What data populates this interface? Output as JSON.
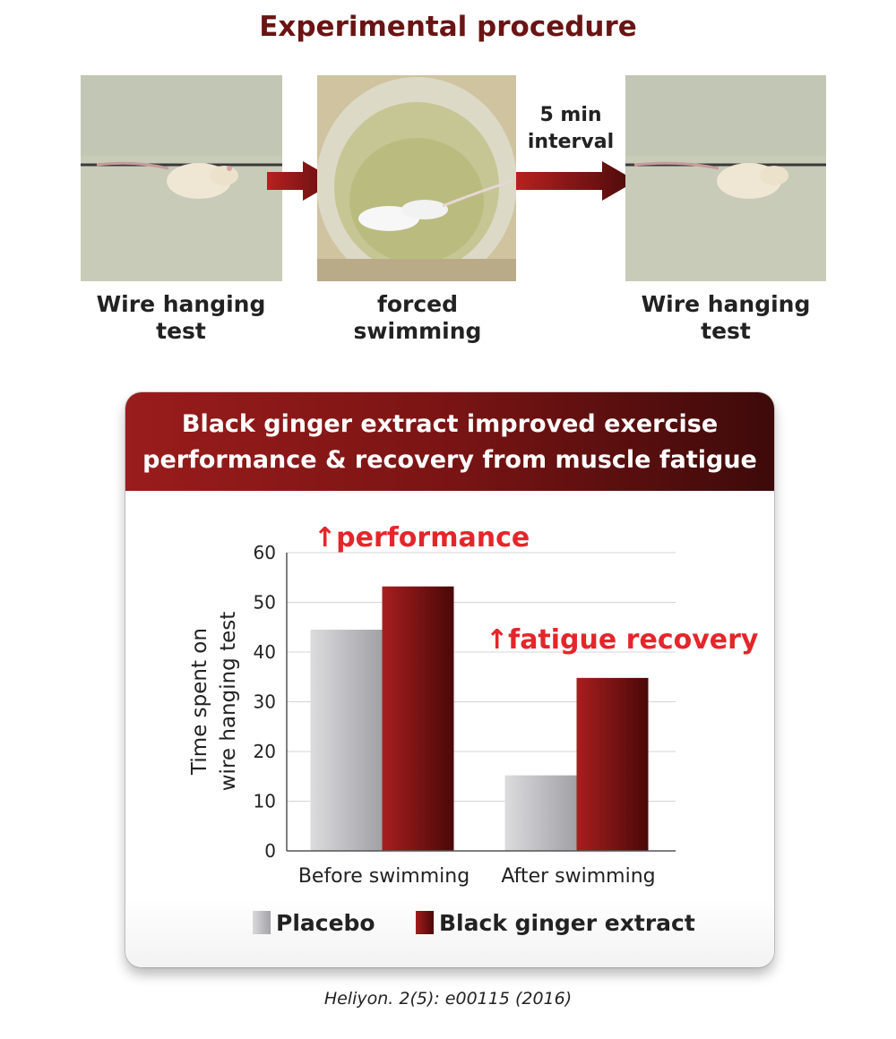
{
  "title": "Experimental procedure",
  "steps": {
    "step1": [
      "Wire hanging",
      "test"
    ],
    "step2": [
      "forced",
      "swimming"
    ],
    "step3": [
      "Wire hanging",
      "test"
    ],
    "interval": [
      "5 min",
      "interval"
    ]
  },
  "panel": {
    "heading": [
      "Black ginger extract improved exercise",
      "performance & recovery from muscle fatigue"
    ],
    "annotation_performance": "↑performance",
    "annotation_recovery": "↑fatigue recovery"
  },
  "chart_data": {
    "type": "bar",
    "categories": [
      "Before swimming",
      "After swimming"
    ],
    "series": [
      {
        "name": "Placebo",
        "values": [
          44.5,
          15.2
        ],
        "color": "#b0b0b4"
      },
      {
        "name": "Black ginger extract",
        "values": [
          53.2,
          34.8
        ],
        "color": "#8a1616"
      }
    ],
    "ylabel": [
      "Time spent on",
      "wire hanging test"
    ],
    "ylim": [
      0,
      60
    ],
    "yticks": [
      0,
      10,
      20,
      30,
      40,
      50,
      60
    ],
    "grid": true,
    "legend": "bottom"
  },
  "source": "Heliyon. 2(5): e00115 (2016)",
  "colors": {
    "title": "#6a1414",
    "accent_red": "#e4262a",
    "header_dark": "#3e0a0a",
    "header_light": "#9a1c1c"
  }
}
